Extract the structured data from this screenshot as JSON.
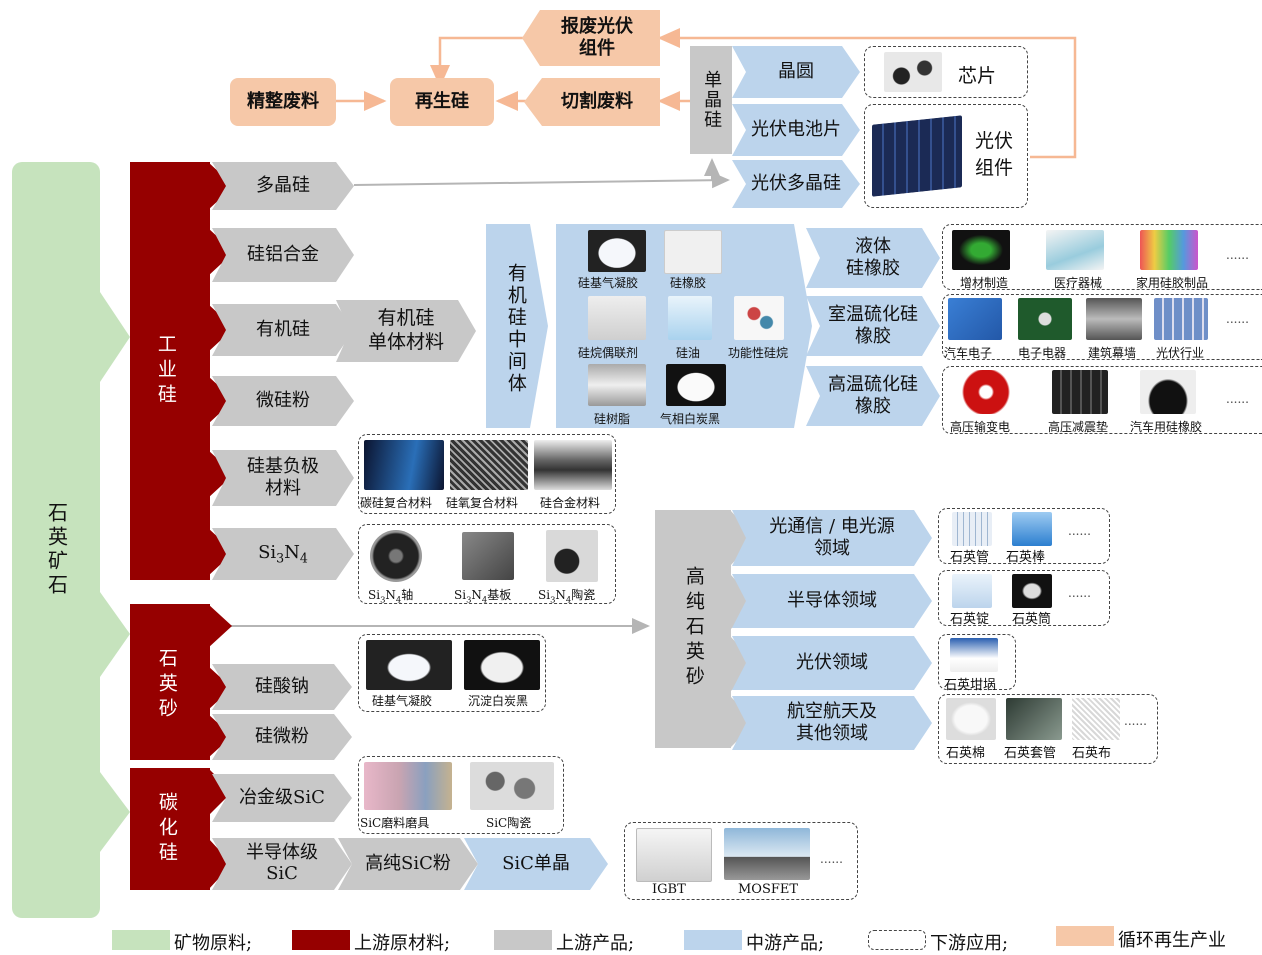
{
  "recycle": {
    "scrap_pv": "报废光伏\n组件",
    "regen_si": "再生硅",
    "refine_waste": "精整废料",
    "cut_waste": "切割废料"
  },
  "mono": {
    "label": "单晶硅",
    "wafer": "晶圆",
    "cell": "光伏电池片",
    "pv_poly": "光伏多晶硅",
    "chip": "芯片",
    "module": "光伏\n组件"
  },
  "quartz_ore": "石英矿石",
  "industrial": {
    "label": "工业硅",
    "poly": "多晶硅",
    "sial": "硅铝合金",
    "organic": "有机硅",
    "micro": "微硅粉",
    "anode": "硅基负极\n材料",
    "si3n4": "Si3N4",
    "monomer": "有机硅\n单体材料"
  },
  "intermediate": {
    "label": "有机硅中间体",
    "items": [
      "硅基气凝胶",
      "硅橡胶",
      "硅烷偶联剂",
      "硅油",
      "功能性硅烷",
      "硅树脂",
      "气相白炭黑"
    ]
  },
  "rubber": {
    "liquid": "液体\n硅橡胶",
    "rtv": "室温硫化硅\n橡胶",
    "htv": "高温硫化硅\n橡胶",
    "liquid_apps": [
      "增材制造",
      "医疗器械",
      "家用硅胶制品"
    ],
    "rtv_apps": [
      "汽车电子",
      "电子电器",
      "建筑幕墙",
      "光伏行业"
    ],
    "htv_apps": [
      "高压输变电",
      "高压减震垫",
      "汽车用硅橡胶"
    ],
    "ellipsis": "......"
  },
  "anode_apps": [
    "碳硅复合材料",
    "硅氧复合材料",
    "硅合金材料"
  ],
  "si3n4_apps": [
    "Si3N4轴",
    "Si3N4基板",
    "Si3N4陶瓷"
  ],
  "quartz_sand": {
    "label": "石英砂",
    "silicate": "硅酸钠",
    "powder": "硅微粉",
    "silicate_apps": [
      "硅基气凝胶",
      "沉淀白炭黑"
    ]
  },
  "hp_quartz": {
    "label": "高纯石英砂",
    "optical": "光通信 / 电光源\n领域",
    "semi": "半导体领域",
    "pv": "光伏领域",
    "aero": "航空航天及\n其他领域",
    "optical_apps": [
      "石英管",
      "石英棒"
    ],
    "semi_apps": [
      "石英锭",
      "石英筒"
    ],
    "pv_apps": [
      "石英坩埚"
    ],
    "aero_apps": [
      "石英棉",
      "石英套管",
      "石英布"
    ]
  },
  "sic": {
    "label": "碳化硅",
    "metal": "冶金级SiC",
    "semi": "半导体级\nSiC",
    "hp_powder": "高纯SiC粉",
    "crystal": "SiC单晶",
    "metal_apps": [
      "SiC磨料磨具",
      "SiC陶瓷"
    ],
    "crystal_apps": [
      "IGBT",
      "MOSFET"
    ]
  },
  "legend": [
    {
      "label": "矿物原料;",
      "color": "#c6e3bd"
    },
    {
      "label": "上游原材料;",
      "color": "#960000"
    },
    {
      "label": "上游产品;",
      "color": "#c8c8c8"
    },
    {
      "label": "中游产品;",
      "color": "#bcd4ec"
    },
    {
      "label": "下游应用;",
      "color": "#ffffff"
    },
    {
      "label": "循环再生产业",
      "color": "#f6c8a8"
    }
  ]
}
